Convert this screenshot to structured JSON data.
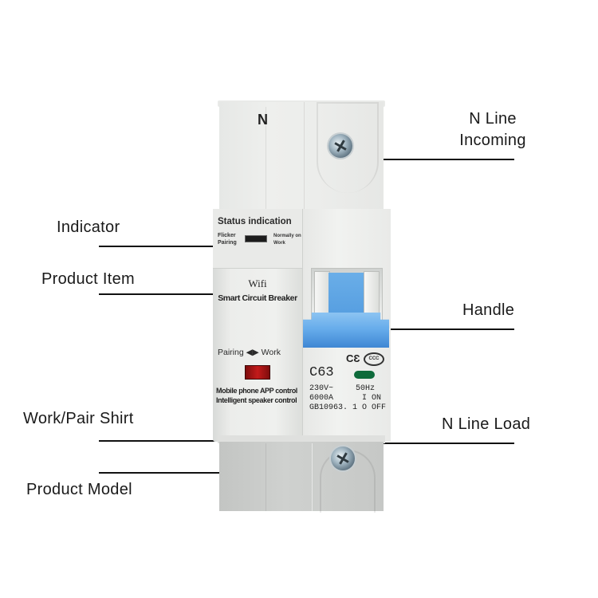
{
  "labels": {
    "indicator": "Indicator",
    "product_item": "Product Item",
    "work_pair_switch": "Work/Pair Shirt",
    "product_model": "Product Model",
    "n_line_incoming_1": "N Line",
    "n_line_incoming_2": "Incoming",
    "handle": "Handle",
    "n_line_load": "N Line Load"
  },
  "device": {
    "n_mark": "N",
    "status_title": "Status indication",
    "flicker": "Flicker",
    "pairing_small": "Pairing",
    "normally_on": "Normally on",
    "work_small": "Work",
    "wifi": "Wifi",
    "product_name": "Smart Circuit Breaker",
    "pair_work": "Pairing ◀▶ Work",
    "ctrl_line1": "Mobile phone APP control",
    "ctrl_line2": "Intelligent speaker control",
    "ce": "CƐ",
    "ccc": "CCC",
    "model": "C63",
    "voltage": "230V~",
    "frequency": "50Hz",
    "breaking": "6000A",
    "on": "I ON",
    "standard": "GB10963. 1",
    "off": "O OFF",
    "colors": {
      "handle_blue": "#5aa3e6",
      "button_red": "#b31515",
      "led_green": "#0e6b3b",
      "body_gray": "#ebecea"
    }
  }
}
